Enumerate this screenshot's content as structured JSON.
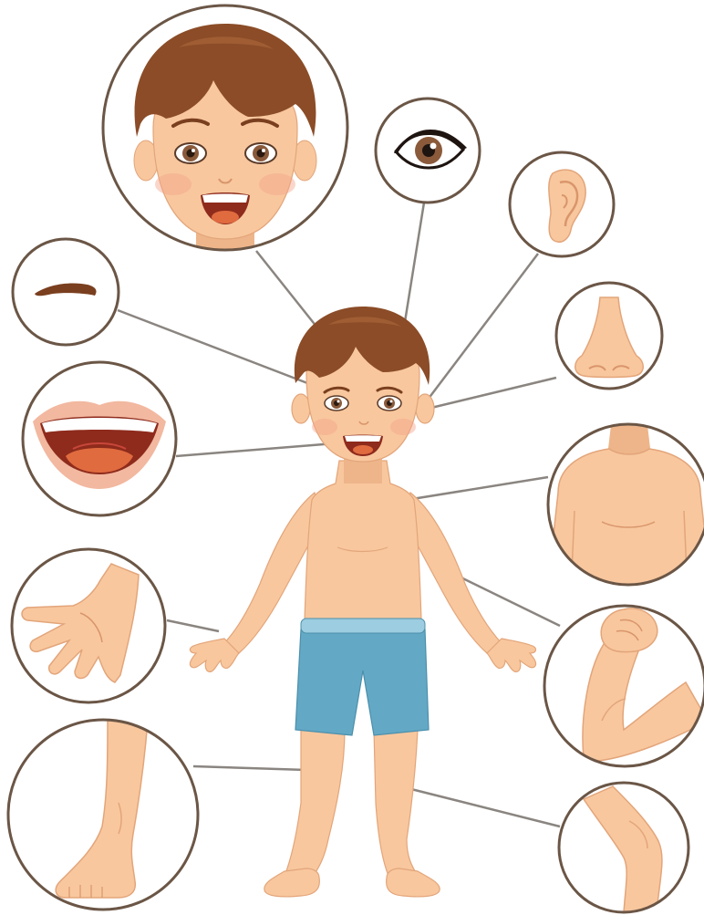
{
  "colors": {
    "skin": "#f8c79e",
    "skin_shadow": "#eaa978",
    "skin_line": "#d9956b",
    "hair": "#8b4c27",
    "hair_light": "#a9653a",
    "hair_dark": "#6e3819",
    "shorts": "#63a9c6",
    "shorts_band": "#9ccde0",
    "shorts_shadow": "#4b8fab",
    "circle_border": "#6b5646",
    "leader_line": "#8a8580",
    "iris": "#8a5a3b",
    "mouth": "#8e2b1c",
    "tongue": "#e06b3f",
    "lip": "#f2b8a0",
    "eyebrow": "#7a3f1f",
    "blush": "#f4a38a"
  },
  "callouts": [
    {
      "part": "face",
      "icon": "face-icon"
    },
    {
      "part": "eye",
      "icon": "eye-icon"
    },
    {
      "part": "ear",
      "icon": "ear-icon"
    },
    {
      "part": "eyebrow",
      "icon": "eyebrow-icon"
    },
    {
      "part": "nose",
      "icon": "nose-icon"
    },
    {
      "part": "mouth",
      "icon": "mouth-icon"
    },
    {
      "part": "chest",
      "icon": "chest-icon"
    },
    {
      "part": "hand",
      "icon": "hand-icon"
    },
    {
      "part": "arm",
      "icon": "arm-icon"
    },
    {
      "part": "leg",
      "icon": "leg-icon"
    },
    {
      "part": "knee",
      "icon": "knee-icon"
    }
  ]
}
